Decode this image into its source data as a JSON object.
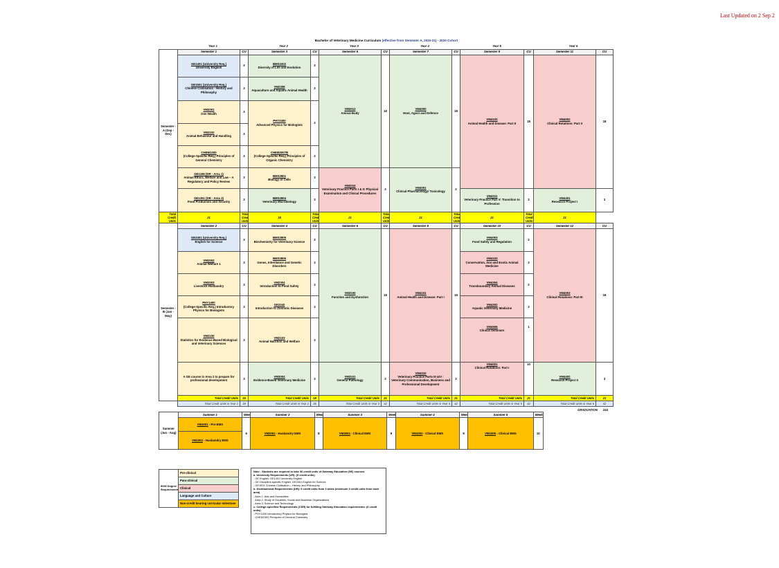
{
  "updated": "Last Updated on 2 Sep 2",
  "title_main": "Bachelor of Veterinary Medicine Curriculum ",
  "title_blue": "(effective from Semester A, 2020-21) - 2020 Cohort",
  "years": [
    "Year 1",
    "Year 2",
    "Year 3",
    "Year 4",
    "Year 5",
    "Year 6"
  ],
  "cu": "CU",
  "weeks": "Weeks",
  "semA": {
    "label": "Semester - A (Sep - Dec)",
    "sems": [
      "Semester 1",
      "Semester 3",
      "Semester 5",
      "Semester 7",
      "Semester 9",
      "Semester 11"
    ],
    "c1": [
      {
        "code": "GE1401 (University Req.)",
        "name": "University English",
        "cu": "3"
      },
      {
        "code": "GE1501 (University Req.)",
        "name": "Chinese Civilisation - History and Philosophy",
        "cu": "3"
      },
      {
        "code": "VM2001",
        "name": "One Health",
        "cu": "3"
      },
      {
        "code": "VM2102",
        "name": "Animal Behaviour and Handling",
        "cu": "3"
      },
      {
        "code": "CHEM1300",
        "name": "(College-Specific Req.) Principles of General Chemistry",
        "cu": "3"
      },
      {
        "code": "GE1196 (DR - Area 1)",
        "name": "Animal Ethics, Welfare and Law – A Regulatory and Policy Review",
        "cu": "3"
      },
      {
        "code": "GE1351 (DR - Area 3)",
        "name": "Food Production and Security",
        "cu": "3"
      }
    ],
    "c2": [
      {
        "code": "BMS2202",
        "name": "Diversity of Life and Evolution",
        "cu": "3"
      },
      {
        "code": "VM2308",
        "name": "Aquaculture and Aquatic Animal Health",
        "cu": "3"
      },
      {
        "code": "PHY2400",
        "name": "Advanced Physics for Biologists",
        "cu": "3"
      },
      {
        "code": "CHEM2007B",
        "name": "(College-Specific Req.) Principles of Organic Chemistry",
        "cu": "3"
      },
      {
        "code": "BMS2801",
        "name": "Biology of Cells",
        "cu": "3"
      },
      {
        "code": "BMS2804",
        "name": "Veterinary Microbiology",
        "cu": "3"
      }
    ],
    "c3": [
      {
        "code": "VM3012",
        "name": "Animal Body",
        "cu": "18"
      },
      {
        "code": "VM3010",
        "name": "Veterinary Practice Parts I & II: Physical Examination and Clinical Procedures",
        "cu": "3"
      }
    ],
    "c4": [
      {
        "code": "VM4000",
        "name": "Host, Agent and Defence",
        "cu": "18"
      },
      {
        "code": "VM4001",
        "name": "Clinical Pharmacology/ Toxicology",
        "cu": "3"
      }
    ],
    "c5": [
      {
        "code": "VM4102",
        "name": "Animal Health and Disease: Part II",
        "cu": "18"
      },
      {
        "code": "VM4011",
        "name": "Veterinary Practice Part V: Transition to Profession",
        "cu": "3"
      }
    ],
    "c6": [
      {
        "code": "VM4002",
        "name": "Clinical Rotations: Part II",
        "cu": "18"
      },
      {
        "code": "VM4401",
        "name": "Research Project I",
        "cu": "3"
      }
    ],
    "totals": [
      "21",
      "18",
      "21",
      "21",
      "21",
      "21"
    ]
  },
  "semB": {
    "label": "Semester - B (Jan - May)",
    "sems": [
      "Semester 2",
      "Semester 4",
      "Semester 6",
      "Semester 8",
      "Semester 10",
      "Semester 12"
    ],
    "c1": [
      {
        "code": "GE2401 (University Req.)",
        "name": "English for Science",
        "cu": "3"
      },
      {
        "code": "VM2002",
        "name": "Animal Welfare 1",
        "cu": "3"
      },
      {
        "code": "VM2003",
        "name": "Livestock Husbandry",
        "cu": "3"
      },
      {
        "code": "PHY1400",
        "name": "(College-Specific Req.) Introductory Physics for Biologists",
        "cu": "3"
      },
      {
        "code": "VM2100",
        "name": "Statistics for Evidence-Based Biological and Veterinary Sciences",
        "cu": "3"
      },
      {
        "code": "",
        "name": "A GE course in Area 2 to prepare for professional development",
        "cu": "3"
      }
    ],
    "c2": [
      {
        "code": "BMS2805",
        "name": "Biochemistry for Veterinary Science",
        "cu": "3"
      },
      {
        "code": "BMS2806",
        "name": "Genes, Inheritance and Genetic Disorders",
        "cu": "3"
      },
      {
        "code": "VM2304",
        "name": "Introduction to Food Safety",
        "cu": "3"
      },
      {
        "code": "GE2342",
        "name": "Introduction to Zoonotic Diseases",
        "cu": "3"
      },
      {
        "code": "VM2103",
        "name": "Animal Nutrition and Welfare",
        "cu": "3"
      },
      {
        "code": "VM3004",
        "name": "Evidence-Based Veterinary Medicine",
        "cu": "3"
      }
    ],
    "c3": [
      {
        "code": "VM3100",
        "name": "Function and Dysfunction",
        "cu": "18"
      },
      {
        "code": "VM3101",
        "name": "General Pathology",
        "cu": "3"
      }
    ],
    "c4": [
      {
        "code": "VM4101",
        "name": "Animal Health and Disease: Part I",
        "cu": "18"
      },
      {
        "code": "VM4010",
        "name": "Veterinary Practice Parts III &IV : Veterinary Communication, Business and Professional Development",
        "cu": "3"
      }
    ],
    "c5": [
      {
        "code": "VM4003",
        "name": "Food Safety and Regulation",
        "cu": "2"
      },
      {
        "code": "VM4103",
        "name": "Conservation, Zoo and Exotic Animal Medicine",
        "cu": "3"
      },
      {
        "code": "VM4304",
        "name": "Transboundary Animal Diseases",
        "cu": "2"
      },
      {
        "code": "VM4202",
        "name": "Aquatic Veterinary Medicine",
        "cu": "3"
      },
      {
        "code": "VM4505",
        "name": "Clinical Seminars",
        "cu": "1"
      },
      {
        "code": "VM4001",
        "name": "Clinical Rotations: Part I",
        "cu": "10"
      }
    ],
    "c6": [
      {
        "code": "VM4003",
        "name": "Clinical Rotations: Part III",
        "cu": "18"
      },
      {
        "code": "VM4402",
        "name": "Research Project II",
        "cu": "3"
      }
    ],
    "totals": [
      "18",
      "18",
      "21",
      "21",
      "21",
      "21"
    ],
    "year_totals": [
      "39",
      "36",
      "42",
      "42",
      "42",
      "42"
    ]
  },
  "total_label": "Total Credit Units",
  "year_total_labels": [
    "Total Credit Units in Year 1",
    "Total Credit Units in Year 2",
    "Total Credit Units in Year 3",
    "Total Credit Units in Year 4",
    "Total Credit Units in Year 5",
    "Total Credit Units in Year 6"
  ],
  "graduation": {
    "label": "GRADUATION",
    "value": "243"
  },
  "summer": {
    "label": "Summer (Jun - Aug)",
    "sems": [
      "Summer 1",
      "Summer 2",
      "Summer 3",
      "Summer 4",
      "Summer 5"
    ],
    "c1": [
      {
        "code": "VM1001",
        "name": " - Pre-EMS"
      },
      {
        "code": "VM1002",
        "name": " - Husbandry EMS"
      }
    ],
    "c1_weeks": "6",
    "others": [
      {
        "code": "VM2002",
        "name": " - Husbandry EMS",
        "weeks": "8"
      },
      {
        "code": "VM3003",
        "name": " - Clinical EMS",
        "weeks": "8"
      },
      {
        "code": "VM1003",
        "name": " - Clinical EMS",
        "weeks": "8"
      },
      {
        "code": "VM1005",
        "name": " - Clinical EMS",
        "weeks": "10"
      }
    ]
  },
  "legend": {
    "label": "BVM Degree Requirements",
    "items": [
      "Pre-clinical",
      "Para-clinical",
      "Clinical",
      "Language and Culture",
      "Non-credit bearing curricular milestone"
    ]
  },
  "note": {
    "heading": "Note - Students are required to take 30 credit units of Gateway Education (GE) courses",
    "a": "a. University Requirements (UR): (9 credit units)",
    "a_items": [
      "- GE English: GE1401 University English",
      "- GE Discipline-specific English: GE2401 English for Science",
      "- GE1501 Chinese Civilisation – History and Philosophy"
    ],
    "b": "b. Distributional Requirements (DR): 9 credit units from 3 areas (minimum 3 credit units from each area)",
    "b_items": [
      "- Area 1: Arts and Humanities",
      "- Area 2: Study of Societies, Social and Business Organizations",
      "- Area 3: Science and Technology"
    ],
    "c": "c. College-specified Requirements (CSR) for fulfilling Gateway Education requirements: (6 credit units)",
    "c_items": [
      "- PHY1400 Introductory Physics for Biologists",
      "- CHEM1300 Principles of General Chemistry"
    ]
  }
}
